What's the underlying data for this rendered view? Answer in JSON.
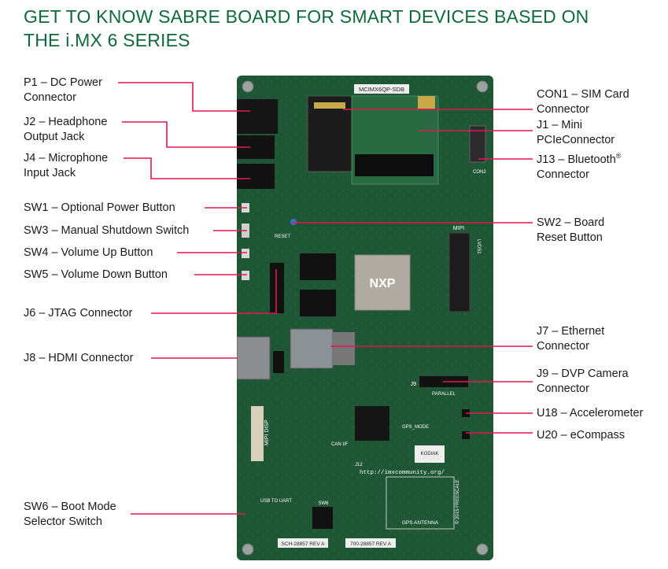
{
  "title": {
    "line1": "GET TO KNOW SABRE BOARD FOR SMART DEVICES BASED ON",
    "line2": "THE i.MX 6 SERIES"
  },
  "colors": {
    "title": "#0e6a3a",
    "leader": "#e3174f",
    "board": "#1f5636"
  },
  "labels_left": [
    {
      "id": "p1",
      "line1": "P1 – DC Power",
      "line2": "Connector"
    },
    {
      "id": "j2",
      "line1": "J2 – Headphone",
      "line2": "Output Jack"
    },
    {
      "id": "j4",
      "line1": "J4 – Microphone",
      "line2": "Input Jack"
    },
    {
      "id": "sw1",
      "line1": "SW1 – Optional Power Button"
    },
    {
      "id": "sw3",
      "line1": "SW3 – Manual Shutdown Switch"
    },
    {
      "id": "sw4",
      "line1": "SW4 – Volume Up Button"
    },
    {
      "id": "sw5",
      "line1": "SW5 – Volume Down Button"
    },
    {
      "id": "j6",
      "line1": "J6 – JTAG Connector"
    },
    {
      "id": "j8",
      "line1": "J8 – HDMI Connector"
    },
    {
      "id": "sw6",
      "line1": "SW6 – Boot Mode",
      "line2": "Selector Switch"
    }
  ],
  "labels_right": [
    {
      "id": "con1",
      "line1": "CON1 – SIM Card",
      "line2": "Connector"
    },
    {
      "id": "j1",
      "line1": "J1 – Mini",
      "line2": "PCIeConnector"
    },
    {
      "id": "j13",
      "line1": "J13 – Bluetooth",
      "sup": "®",
      "line2": "Connector"
    },
    {
      "id": "sw2",
      "line1": "SW2 – Board",
      "line2": "Reset Button"
    },
    {
      "id": "j7",
      "line1": "J7 – Ethernet",
      "line2": "Connector"
    },
    {
      "id": "j9",
      "line1": "J9 – DVP Camera",
      "line2": "Connector"
    },
    {
      "id": "u18",
      "line1": "U18 – Accelerometer"
    },
    {
      "id": "u20",
      "line1": "U20 – eCompass"
    }
  ],
  "board_text": {
    "model": "MCIMX6QP-SDB",
    "chip_logo": "NXP",
    "url": "http://imxcommunity.org/",
    "antenna": "GPS ANTENNA",
    "kodiak": "KODIAK",
    "copyright": "© 2015 FREESCALE",
    "rev_left": "SCH-28857 REV A",
    "rev_right": "700-28857 REV A",
    "sw6": "SW6",
    "mipi_disp": "MIPI DISP",
    "j9": "J9",
    "parallel": "PARALLEL",
    "gps_mode": "GPS_MODE",
    "can": "CAN I/F",
    "j12": "J12",
    "lvds": "LVDS1",
    "reset": "RESET",
    "usb_uart": "USB TO UART",
    "con2": "CON2",
    "mipi": "MIPI"
  }
}
